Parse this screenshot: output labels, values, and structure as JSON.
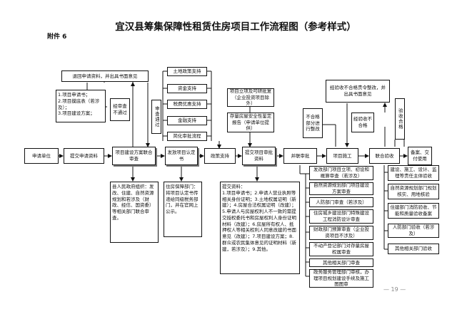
{
  "header": {
    "attachment": "附件 6",
    "title": "宜汉县筹集保障性租赁住房项目工作流程图（参考样式）"
  },
  "flow": {
    "apply_unit": "申请单位",
    "submit_materials": "提交申请资料",
    "joint_review": "项目建设方案联合审查",
    "issue_cert": "发放项目认定书",
    "policy_support": "政策支持",
    "submit_project_review": "提交项目审批资料",
    "parallel_approval": "并联审批",
    "construction": "项目施工",
    "joint_acceptance": "联合验收",
    "record": "备案、交付使用"
  },
  "top": {
    "return_application": "退回申请资料，并出具书面意见",
    "materials_list": [
      "1.项目申请书；",
      "2.项目摸底表（若涉及）；",
      "3.项目建设方案；"
    ],
    "review_fail": "经审查不通过",
    "review_pass": "审查通过",
    "supports": [
      "土地政策支持",
      "资金支持",
      "税费优惠支持",
      "金融支持",
      "简化审批流程"
    ],
    "project_approval": "项目立项及可研批复（企业投资项目除外）",
    "safety_report": "存量房屋安全性鉴定报告（申请单位提供）",
    "rectify": "不合格部分进行整改",
    "acceptance_fail_notice": "经验收不合格责令整改，并出具书面意见",
    "acceptance_fail": "经验收不合格",
    "acceptance_pass": "验收合格"
  },
  "bottom": {
    "depts_review": "县人民政府组织：发改、住建、自然资源规划和若涉及（财政、经信、国资委）等相关部门联合审查。",
    "housing_dept": "住房保障部门：将项目认定书传递给同级税务部门，并在官网上公示。",
    "materials_title": "提交资料：",
    "materials_text": "1.项目申请书；2.申请人营业执照等相关身份证明；3.土地权属证明（新建）；4.房屋合法权属证明（改建）；5.申请人与房屋权利人不一致的需提交授权委托书和房屋权利人身份证明材料（改建）；6.房屋所有权人、抵押权人等相关权利人同意改建的书面意见（改建）；7.项目建设方案；8.群众或农民集体意见的证明材料（新建，若涉及）；9.其他。",
    "parallel_items": [
      "发改部门项目立项、初设和概算审查（若涉及）",
      "自然资源规划部门项目建设方案审查",
      "人防部门审查（若涉及）",
      "住房城乡建设部门特殊建设工程消防设计审查",
      "财政部门预算审查（企业投资项目不涉及）",
      "不动产登记部门对存量房屋权属审查",
      "其他相关部门审查",
      "政务服务管理部门审核，办理项目规划建设手续及施工图图审"
    ],
    "acceptance_items": [
      "建设、施工、设计、监理等责任主体验收",
      "自然资源规划部门规划核实、用地核验",
      "住建部门消防验收、节能和质量验收备案",
      "人防部门验收（若涉及）",
      "其他相关部门验收"
    ]
  },
  "footer": {
    "page_number": "— 19 —"
  }
}
